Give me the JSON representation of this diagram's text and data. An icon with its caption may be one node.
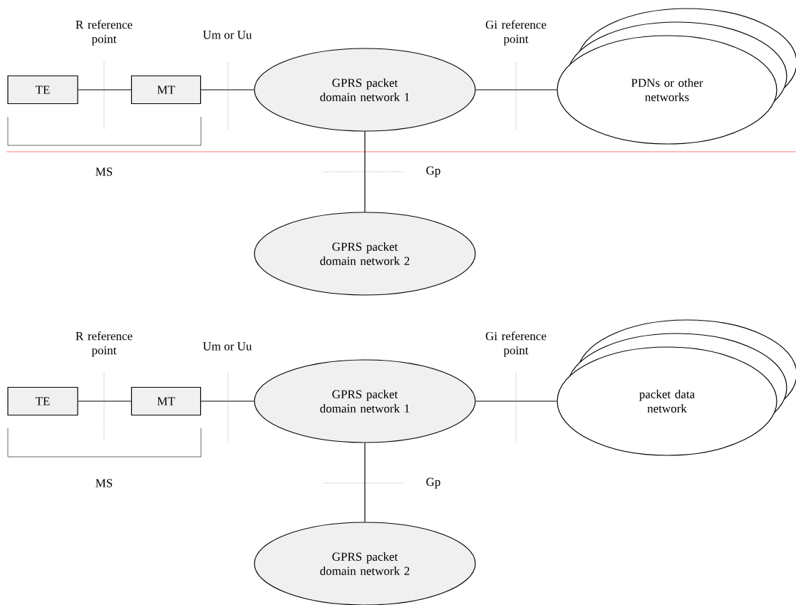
{
  "diagram": {
    "nodes": [
      {
        "text": [
          "TE"
        ]
      },
      {
        "text": [
          "MT"
        ]
      },
      {
        "text": [
          "GPRS packet domain network 1"
        ]
      },
      {
        "text": [
          "PDNs or other networks"
        ]
      },
      {
        "text": [
          "GPRS packet domain network 2"
        ]
      },
      {
        "text": [
          "TE"
        ]
      },
      {
        "text": [
          "MT"
        ]
      },
      {
        "text": [
          "GPRS packet domain network 1"
        ]
      },
      {
        "text": [
          "packet data network"
        ]
      },
      {
        "text": [
          "GPRS packet domain network 2"
        ]
      }
    ],
    "edges": [
      {
        "from": 0,
        "to": 1,
        "arrow": "none"
      },
      {
        "from": 1,
        "to": 2,
        "arrow": "none"
      },
      {
        "from": 2,
        "to": 3,
        "arrow": "none"
      },
      {
        "from": 2,
        "to": 4,
        "arrow": "none"
      },
      {
        "from": 5,
        "to": 6,
        "arrow": "none"
      },
      {
        "from": 6,
        "to": 7,
        "arrow": "none"
      },
      {
        "from": 7,
        "to": 8,
        "arrow": "none"
      },
      {
        "from": 7,
        "to": 9,
        "arrow": "none"
      }
    ],
    "labels": [
      "R reference point",
      "Um or Uu",
      "Gi reference point",
      "MS",
      "Gp",
      "R reference point",
      "Um or Uu",
      "Gi reference point",
      "MS",
      "Gp"
    ]
  }
}
